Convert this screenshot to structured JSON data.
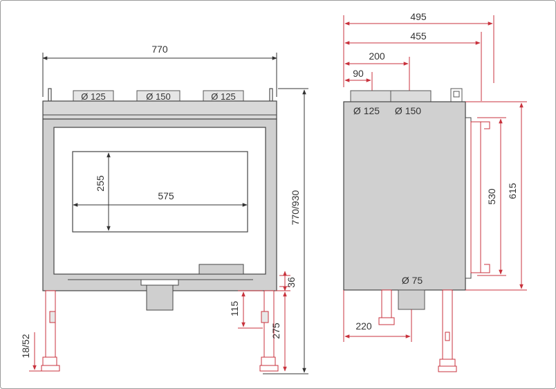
{
  "front_view": {
    "width": "770",
    "height": "770/930",
    "pipe_left": "Ø 125",
    "pipe_center": "Ø 150",
    "pipe_right": "Ø 125",
    "glass_width": "575",
    "glass_height": "255",
    "leg_height": "275",
    "leg_adjust": "115",
    "base_gap": "36",
    "foot_range": "18/52"
  },
  "side_view": {
    "depth_total": "495",
    "depth_body": "455",
    "flue_center": "200",
    "flue_small": "90",
    "pipe_label_1": "Ø 125",
    "pipe_label_2": "Ø 150",
    "air_inlet": "Ø 75",
    "inlet_offset": "220",
    "door_height": "530",
    "door_total": "615"
  },
  "colors": {
    "dimension_lines": "#c8323c",
    "outline": "#4a4a4a",
    "fill_gray": "#cfcfcf"
  }
}
